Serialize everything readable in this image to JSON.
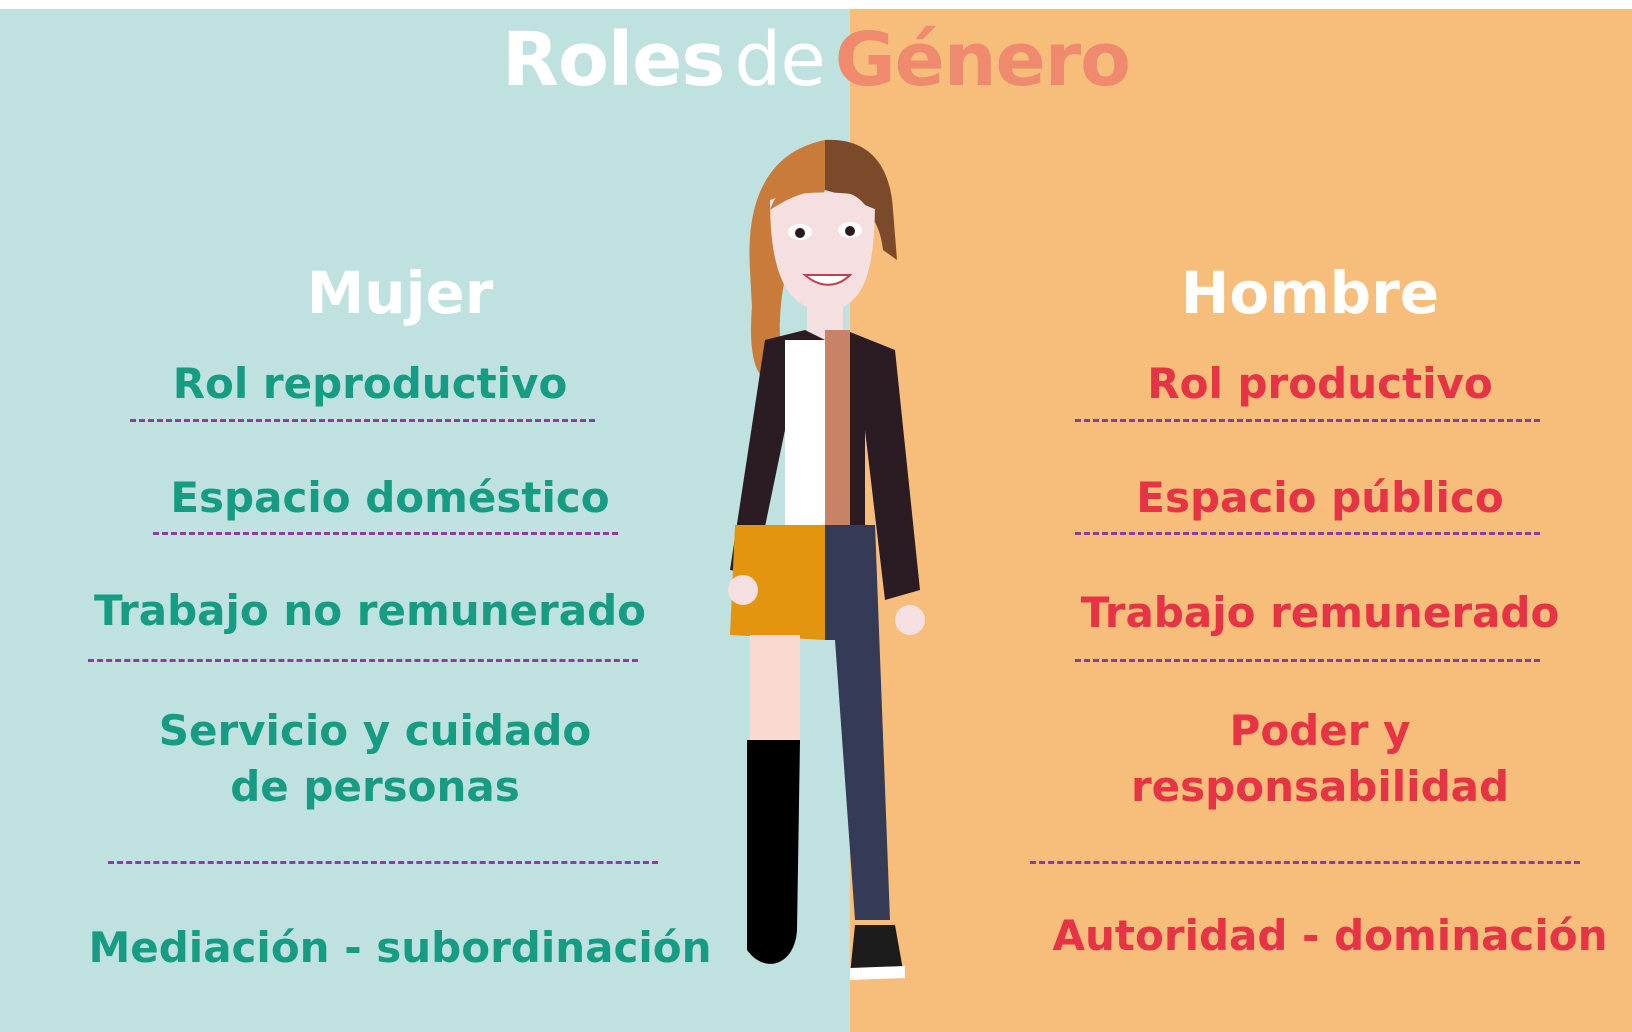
{
  "title": {
    "part1": "Roles",
    "part2": "de",
    "part3": "Género"
  },
  "colors": {
    "left_bg": "#bfe2e0",
    "right_bg": "#f7bd7b",
    "left_text": "#179c84",
    "right_text": "#e63446",
    "title_accent": "#f08a6e",
    "divider": "#8e3c9e"
  },
  "left": {
    "heading": "Mujer",
    "items": [
      "Rol reproductivo",
      "Espacio doméstico",
      "Trabajo no remunerado",
      "Servicio y cuidado de personas",
      "Mediación - subordinación"
    ]
  },
  "right": {
    "heading": "Hombre",
    "items": [
      "Rol productivo",
      "Espacio público",
      "Trabajo remunerado",
      "Poder y responsabilidad",
      "Autoridad - dominación"
    ]
  },
  "illustration": {
    "icon": "half-woman-half-man-illustration"
  }
}
